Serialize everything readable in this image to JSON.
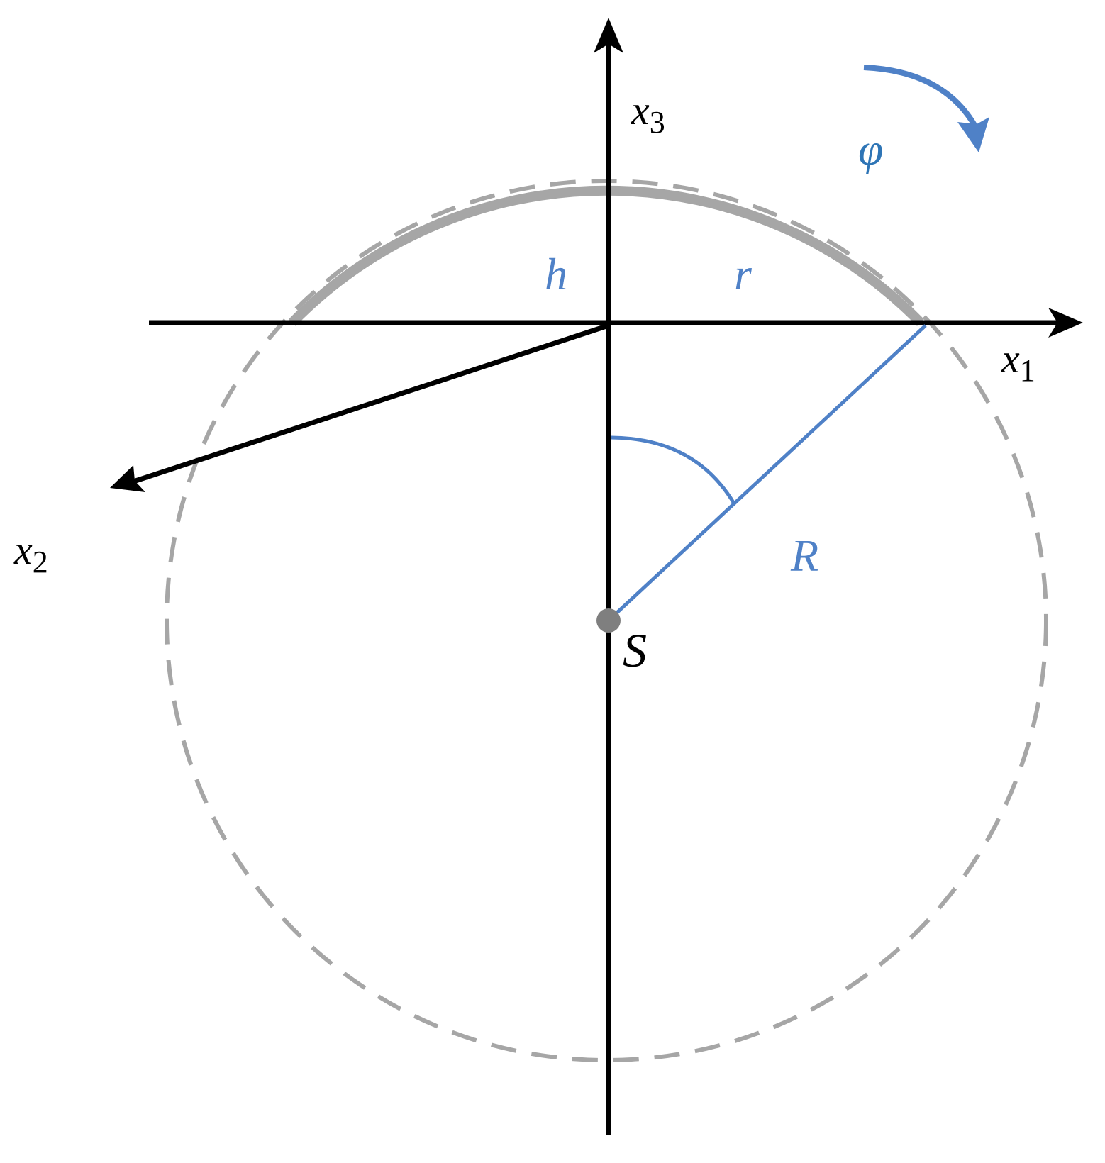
{
  "diagram": {
    "axes": {
      "x1": {
        "symbol": "x",
        "subscript": "1"
      },
      "x2": {
        "symbol": "x",
        "subscript": "2"
      },
      "x3": {
        "symbol": "x",
        "subscript": "3"
      }
    },
    "labels": {
      "phi": "φ",
      "h": "h",
      "r": "r",
      "R": "R",
      "S": "S"
    },
    "colors": {
      "axis": "#000000",
      "accent": "#4f81c7",
      "phi": "#2e75b6",
      "cap": "#a6a6a6",
      "dashed_circle": "#a6a6a6",
      "center_point": "#7f7f7f"
    }
  }
}
